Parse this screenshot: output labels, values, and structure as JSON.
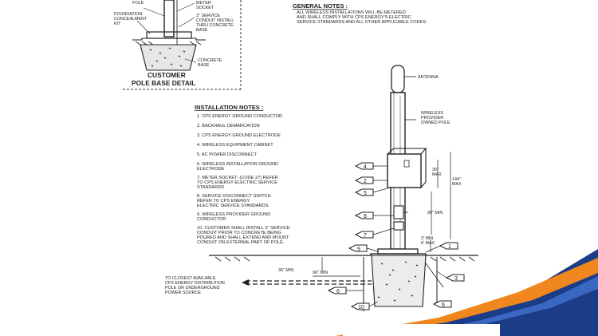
{
  "detail": {
    "labels": [
      "POLE",
      "FOUNDATION",
      "CONCEALMENT",
      "KIT",
      "METER",
      "SOCKET",
      "3\" SERVICE",
      "CONDUIT INSTALL",
      "THRU CONCRETE",
      "BASE",
      "CONCRETE",
      "BASE"
    ],
    "title_line1": "CUSTOMER",
    "title_line2": "POLE BASE DETAIL"
  },
  "general_notes": {
    "title": "GENERAL NOTES :",
    "line1": "ALL WIRELESS INSTALLATIONS WILL BE METERED",
    "line2": "AND SHALL COMPLY WITH CPS ENERGY'S ELECTRIC",
    "line3": "SERVICE STANDARDS AND ALL OTHER APPLICABLE CODES."
  },
  "installation_notes": {
    "title": "INSTALLATION NOTES :",
    "lines": [
      "1.  CPS ENERGY GROUND CONDUCTOR",
      "2.  BACKHAUL DEMARCATION",
      "3.  CPS ENERGY GROUND ELECTRODE",
      "4.  WIRELESS EQUIPMENT CABINET",
      "5.  AC POWER DISCONNECT",
      "6.  WIRELESS INSTALLATION GROUND",
      "     ELECTRODE",
      "7.  METER SOCKET- (CODE 27) REFER",
      "     TO CPS ENERGY ELECTRIC SERVICE",
      "     STANDARDS",
      "8.  SERVICE DISCONNECT SWITCH",
      "     REFER TO CPS ENERGY",
      "     ELECTRIC SERVICE STANDARDS",
      "9.  WIRELESS PROVIDER GROUND",
      "     CONDUCTOR",
      "10. CUSTOMER SHALL INSTALL 3\" SERVICE",
      "     CONDUIT PRIOR TO CONCRETE BEING",
      "     POURED AND SHALL EXTEND AND MOUNT",
      "     CONDUIT ON EXTERNAL PART OF POLE."
    ]
  },
  "diagram": {
    "antenna": "ANTENNA",
    "pole_line1": "WIRELESS",
    "pole_line2": "PROVIDER",
    "pole_line3": "OWNED POLE",
    "dim_cabinet_1": "30\"",
    "dim_cabinet_2": "MAX",
    "dim_total_1": "144\"",
    "dim_total_2": "MAX",
    "dim_min": "96\" MIN",
    "dim_small_1": "3' MIN",
    "dim_small_2": "6' MAX",
    "dim_depth": "36\" MIN",
    "dim_run": "96\" MIN",
    "callouts": [
      "4",
      "2",
      "5",
      "8",
      "7",
      "9",
      "1",
      "3",
      "6",
      "10",
      "6"
    ],
    "source_line1": "TO CLOSEST AVAILABLE",
    "source_line2": "CPS ENERGY DISTRIBUTION",
    "source_line3": "POLE OR UNDERGROUND",
    "source_line4": "POWER SOURCE"
  },
  "colors": {
    "stripe_dark": "#1b3c86",
    "stripe_orange": "#f0861e",
    "stripe_light": "#3a67c2"
  }
}
